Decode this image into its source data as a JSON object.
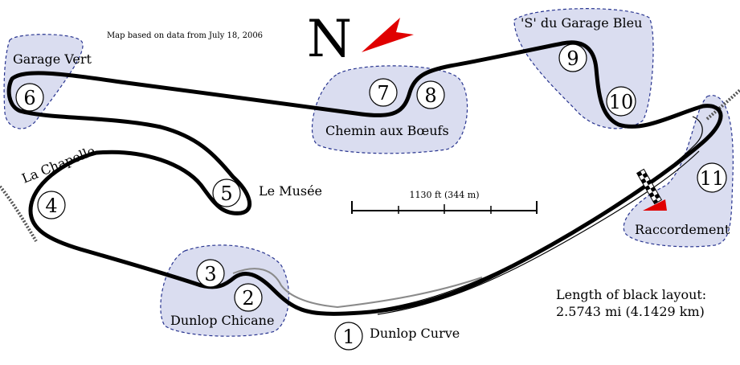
{
  "map": {
    "credit": "Map based on data from July 18, 2006",
    "north_letter": "N",
    "scale_label": "1130 ft (344 m)",
    "length_line1": "Length of black layout:",
    "length_line2": "2.5743 mi (4.1429 km)",
    "corners": [
      {
        "number": "1",
        "name": "Dunlop Curve"
      },
      {
        "number": "2",
        "name": "Dunlop Chicane"
      },
      {
        "number": "3",
        "name": ""
      },
      {
        "number": "4",
        "name": "La Chapelle"
      },
      {
        "number": "5",
        "name": "Le Musée"
      },
      {
        "number": "6",
        "name": "Garage Vert"
      },
      {
        "number": "7",
        "name": "Chemin aux Bœufs"
      },
      {
        "number": "8",
        "name": ""
      },
      {
        "number": "9",
        "name": "'S' du Garage Bleu"
      },
      {
        "number": "10",
        "name": ""
      },
      {
        "number": "11",
        "name": "Raccordement"
      }
    ],
    "colors": {
      "zone_fill": "#d9dcf0",
      "zone_stroke": "#1d2a8a",
      "track": "#000000",
      "arrow": "#e00000"
    }
  }
}
